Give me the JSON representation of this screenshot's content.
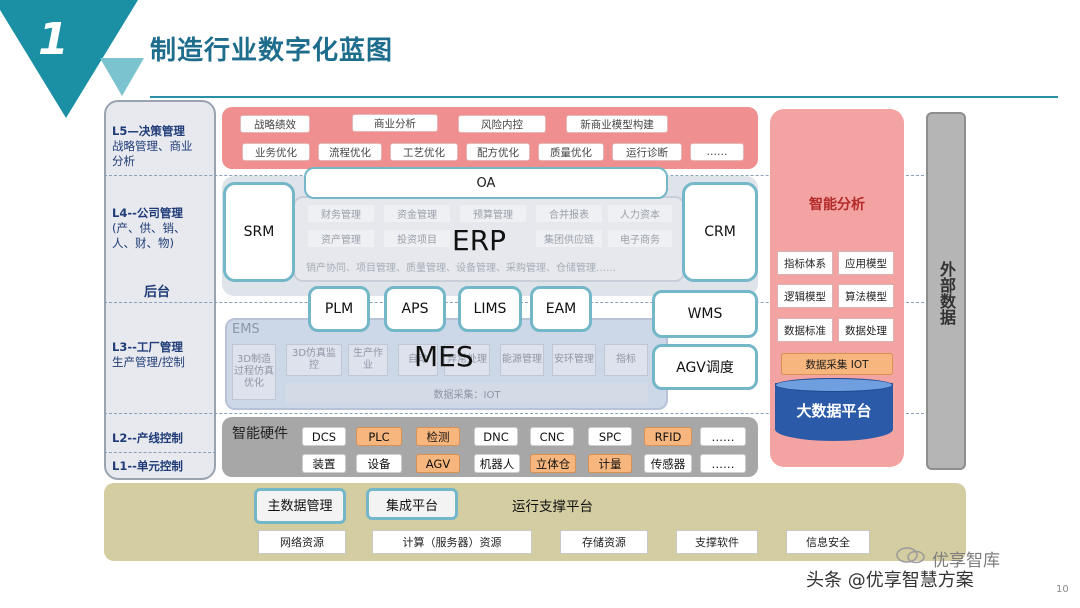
{
  "header": {
    "slide_number": "1",
    "title": "制造行业数字化蓝图"
  },
  "layers": {
    "l5": {
      "code": "L5—决策管理",
      "desc": "战略管理、商业分析"
    },
    "l4": {
      "code": "L4--公司管理",
      "desc": "(产、供、销、人、财、物)"
    },
    "backoffice": "后台",
    "l3": {
      "code": "L3--工厂管理",
      "desc": "生产管理/控制"
    },
    "l2": {
      "code": "L2--产线控制"
    },
    "l1": {
      "code": "L1--单元控制"
    }
  },
  "decision": {
    "row1": [
      "战略绩效",
      "商业分析",
      "风险内控",
      "新商业模型构建"
    ],
    "row2": [
      "业务优化",
      "流程优化",
      "工艺优化",
      "配方优化",
      "质量优化",
      "运行诊断",
      "……"
    ]
  },
  "backoffice": {
    "oa": "OA",
    "srm": "SRM",
    "crm": "CRM",
    "erp": "ERP",
    "erp_row1": [
      "财务管理",
      "资金管理",
      "预算管理",
      "合并报表",
      "人力资本"
    ],
    "erp_row2": [
      "资产管理",
      "投资项目",
      "集团供应链",
      "电子商务"
    ],
    "erp_row3": "销产协同、项目管理、质量管理、设备管理、采购管理、仓储管理……"
  },
  "factory": {
    "top_boxes": [
      "PLM",
      "APS",
      "LIMS",
      "EAM"
    ],
    "wms": "WMS",
    "agv": "AGV调度",
    "ems": "EMS",
    "mes": "MES",
    "mes_cells": [
      "3D制造过程仿真优化",
      "3D仿真监控",
      "生产作业",
      "自动",
      "异常处理",
      "能源管理",
      "安环管理",
      "指标"
    ],
    "mes_footer": "数据采集：IOT"
  },
  "hardware": {
    "title": "智能硬件",
    "row1": [
      {
        "label": "DCS",
        "style": "white"
      },
      {
        "label": "PLC",
        "style": "orange"
      },
      {
        "label": "检测",
        "style": "orange"
      },
      {
        "label": "DNC",
        "style": "white"
      },
      {
        "label": "CNC",
        "style": "white"
      },
      {
        "label": "SPC",
        "style": "white"
      },
      {
        "label": "RFID",
        "style": "orange"
      },
      {
        "label": "……",
        "style": "white"
      }
    ],
    "row2": [
      {
        "label": "装置",
        "style": "white"
      },
      {
        "label": "设备",
        "style": "white"
      },
      {
        "label": "AGV",
        "style": "orange"
      },
      {
        "label": "机器人",
        "style": "white"
      },
      {
        "label": "立体仓",
        "style": "orange"
      },
      {
        "label": "计量",
        "style": "orange"
      },
      {
        "label": "传感器",
        "style": "white"
      },
      {
        "label": "……",
        "style": "white"
      }
    ]
  },
  "analysis": {
    "title": "智能分析",
    "cells": [
      "指标体系",
      "应用模型",
      "逻辑模型",
      "算法模型",
      "数据标准",
      "数据处理"
    ],
    "iot": "数据采集 IOT",
    "bigdata": "大数据平台"
  },
  "external": {
    "label": "外部数据"
  },
  "platform": {
    "master_data": "主数据管理",
    "integration": "集成平台",
    "title": "运行支撑平台",
    "resources": [
      "网络资源",
      "计算（服务器）资源",
      "存储资源",
      "支撑软件",
      "信息安全"
    ]
  },
  "watermark": {
    "text": "头条 @优享智慧方案",
    "brand": "优享智库"
  },
  "page_number": "10",
  "colors": {
    "teal": "#1b8fa3",
    "decision_red": "#ef8f8f",
    "analysis_pink": "#f3a3a1",
    "bigdata_blue": "#2a5aa8",
    "platform_khaki": "#d5cda2",
    "hardware_orange": "#f7b67d"
  }
}
